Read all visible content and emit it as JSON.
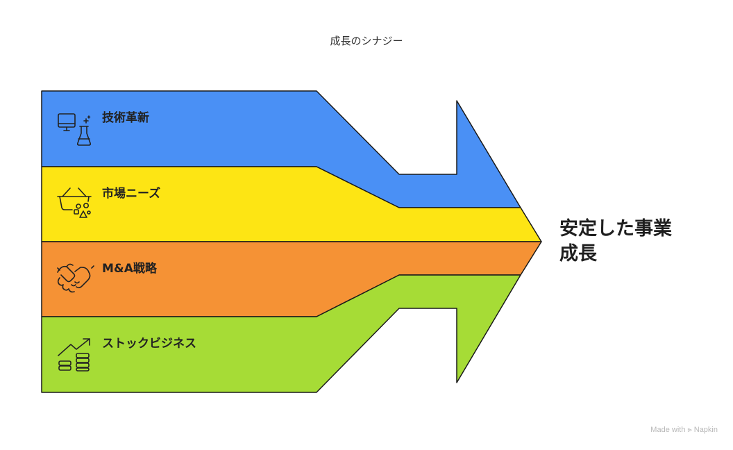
{
  "title": "成長のシナジー",
  "bands": [
    {
      "label": "技術革新",
      "icon": "computer-flask-icon",
      "color": "#4a90f5"
    },
    {
      "label": "市場ニーズ",
      "icon": "basket-shapes-icon",
      "color": "#fde514"
    },
    {
      "label": "M&A戦略",
      "icon": "handshake-icon",
      "color": "#f59235"
    },
    {
      "label": "ストックビジネス",
      "icon": "growth-coins-icon",
      "color": "#a6dc36"
    }
  ],
  "result": {
    "line1": "安定した事業",
    "line2": "成長"
  },
  "watermark": "Made with ⪢ Napkin"
}
